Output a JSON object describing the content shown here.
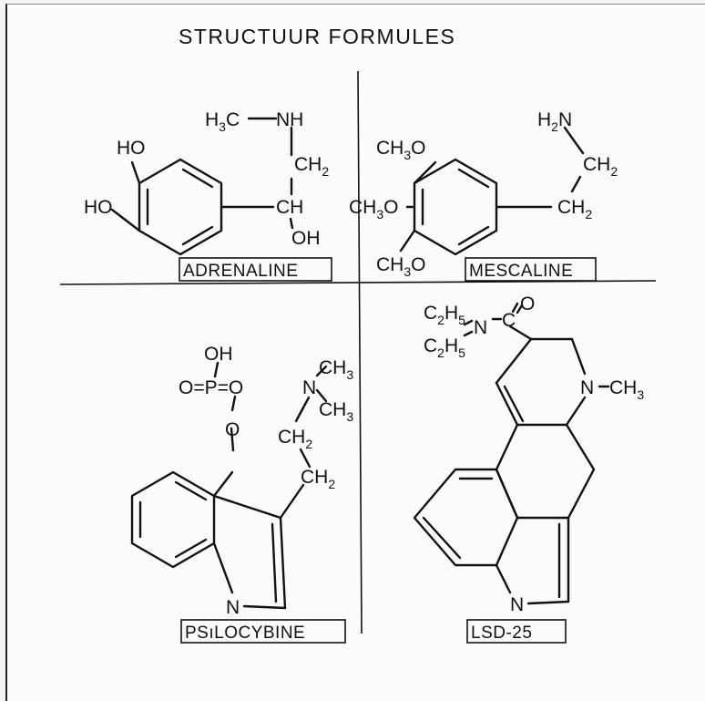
{
  "title": "STRUCTUUR FORMULES",
  "labels": {
    "adrenaline": "ADRENALINE",
    "mescaline": "MESCALINE",
    "psilocybine": "PSıLOCYBINE",
    "lsd": "LSD-25"
  },
  "atoms": {
    "adrenaline": {
      "h3c": "H",
      "h3c_sub": "3",
      "h3c_c": "C",
      "nh": "NH",
      "ch2": "CH",
      "ch2_sub": "2",
      "ho_top": "HO",
      "ho_left": "HO",
      "ch": "CH",
      "oh": "OH"
    },
    "mescaline": {
      "h2n": "H",
      "h2n_sub": "2",
      "h2n_n": "N",
      "ch2_top": "CH",
      "ch2_top_sub": "2",
      "ch2_bot": "CH",
      "ch2_bot_sub": "2",
      "och3_top": "CH",
      "och3_top_sub": "3",
      "och3_top_o": "O",
      "och3_mid": "CH",
      "och3_mid_sub": "3",
      "och3_mid_o": "O",
      "och3_bot": "CH",
      "och3_bot_sub": "3",
      "och3_bot_o": "O"
    },
    "psilocybine": {
      "oh": "OH",
      "p_left": "O=",
      "p": "P",
      "p_right": "=O",
      "o": "O",
      "n": "N",
      "ch3_a": "CH",
      "ch3_a_sub": "3",
      "ch3_b": "CH",
      "ch3_b_sub": "3",
      "ch2_a": "CH",
      "ch2_a_sub": "2",
      "ch2_b": "CH",
      "ch2_b_sub": "2",
      "ring_n": "N"
    },
    "lsd": {
      "c2h5_a": "C",
      "c2h5_a_sub1": "2",
      "c2h5_a_h": "H",
      "c2h5_a_sub2": "5",
      "c2h5_b": "C",
      "c2h5_b_sub1": "2",
      "c2h5_b_h": "H",
      "c2h5_b_sub2": "5",
      "n_amide": "N",
      "c_amide": "C",
      "o_amide": "O",
      "n_ring": "N",
      "ch3": "CH",
      "ch3_sub": "3",
      "indole_n": "N"
    }
  }
}
